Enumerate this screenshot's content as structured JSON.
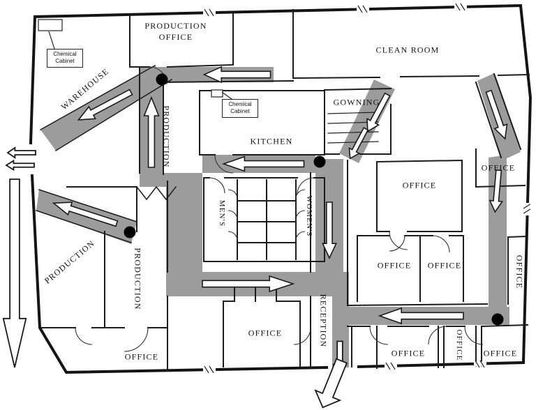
{
  "rooms": {
    "production": "PRODUCTION",
    "office": "OFFICE",
    "production_office": "PRODUCTION OFFICE",
    "clean_room": "CLEAN ROOM",
    "warehouse": "WAREHOUSE",
    "kitchen": "KITCHEN",
    "gowning": "GOWNING",
    "mens": "MEN'S",
    "womens": "WOMEN'S",
    "reception": "RECEPTION",
    "chemical_cabinet": "Chemical Cabinet"
  },
  "colors": {
    "route_fill": "#9c9c9c",
    "wall": "#1c1c1c",
    "paper": "#ffffff"
  }
}
